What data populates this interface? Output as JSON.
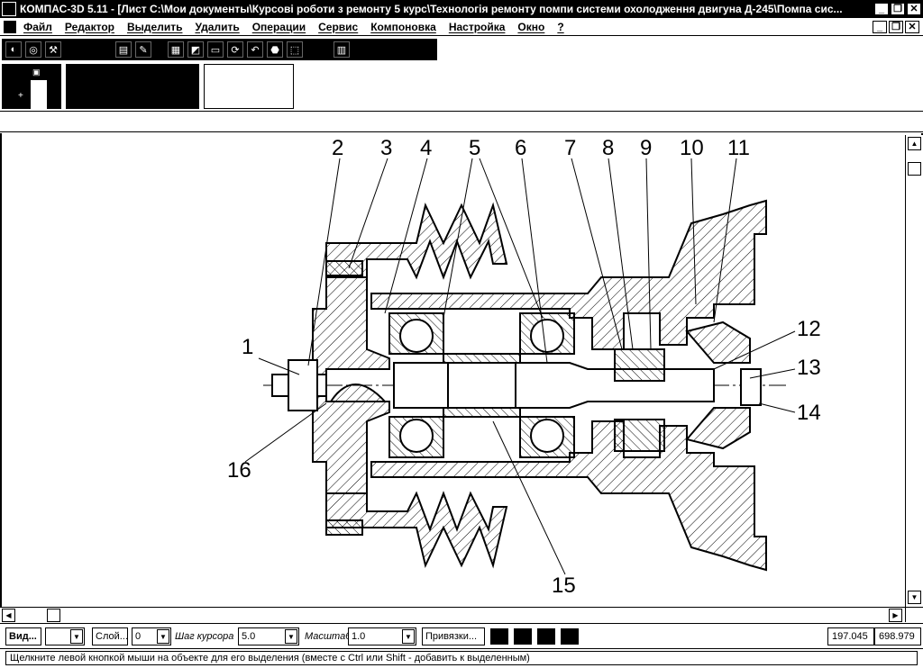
{
  "titlebar": {
    "title": "КОМПАС-3D 5.11 - [Лист C:\\Мои документы\\Курсові роботи з ремонту 5 курс\\Технологія ремонту помпи системи охолодження двигуна Д-245\\Помпа сис...",
    "minimize": "_",
    "restore": "❐",
    "close": "✕"
  },
  "menu": {
    "items": [
      "Файл",
      "Редактор",
      "Выделить",
      "Удалить",
      "Операции",
      "Сервис",
      "Компоновка",
      "Настройка",
      "Окно",
      "?"
    ],
    "doc_minimize": "_",
    "doc_restore": "❐",
    "doc_close": "✕"
  },
  "toolbar": {
    "icons": [
      "open-icon",
      "save-icon",
      "copy-icon",
      "props-icon",
      "pen-icon",
      "calc-icon",
      "doc-icon",
      "list-icon",
      "redraw-icon",
      "undo-icon",
      "zoom-icon",
      "pan-icon",
      "page-icon"
    ]
  },
  "drawing": {
    "callouts": [
      "1",
      "2",
      "3",
      "4",
      "5",
      "6",
      "7",
      "8",
      "9",
      "10",
      "11",
      "12",
      "13",
      "14",
      "15",
      "16"
    ]
  },
  "statusbar": {
    "view_btn": "Вид...",
    "layer_btn": "Слой...",
    "layer_value": "0",
    "step_label": "Шаг курсора",
    "step_value": "5.0",
    "scale_label": "Масштаб",
    "scale_value": "1.0",
    "snap_btn": "Привязки...",
    "coord_x": "197.045",
    "coord_y": "698.979"
  },
  "hint": {
    "text": "Щелкните левой кнопкой мыши на объекте для его выделения (вместе с Ctrl или Shift - добавить к выделенным)"
  }
}
